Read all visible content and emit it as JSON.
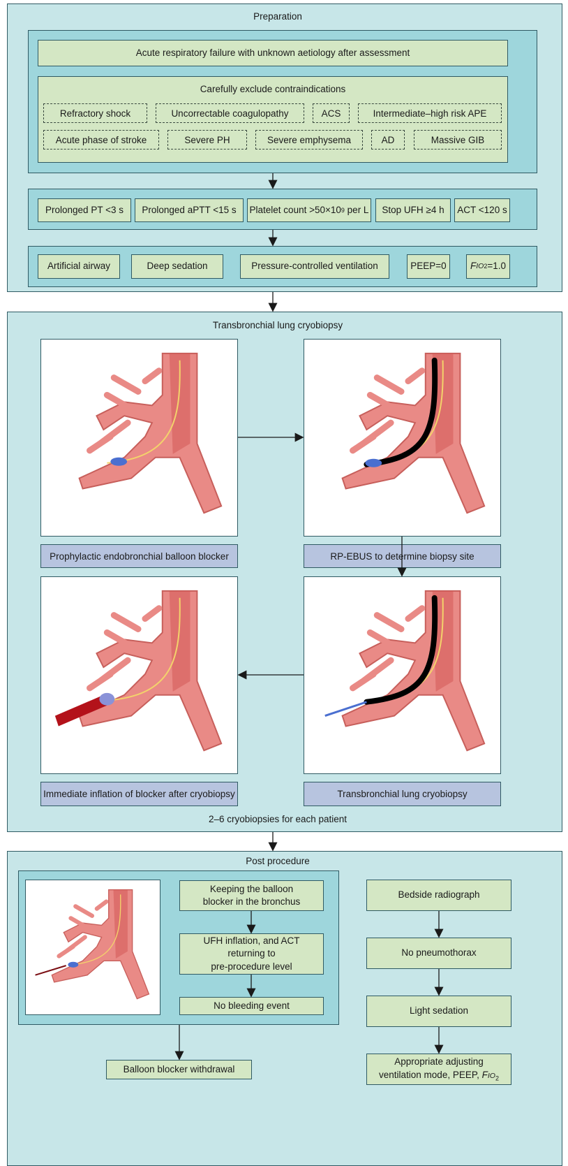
{
  "preparation": {
    "title": "Preparation",
    "assessment": "Acute respiratory failure with unknown aetiology after assessment",
    "contra_title": "Carefully exclude contraindications",
    "contra_row1": [
      "Refractory shock",
      "Uncorrectable coagulopathy",
      "ACS",
      "Intermediate–high risk APE"
    ],
    "contra_row2": [
      "Acute phase of stroke",
      "Severe PH",
      "Severe emphysema",
      "AD",
      "Massive GIB"
    ],
    "coag": [
      "Prolonged PT <3 s",
      "Prolonged aPTT <15 s",
      "Platelet count >50×10",
      "per L",
      "Stop UFH ≥4 h",
      "ACT <120 s"
    ],
    "coag_sup": "9",
    "vent": [
      "Artificial airway",
      "Deep sedation",
      "Pressure-controlled ventilation",
      "PEEP=0"
    ],
    "fio2": {
      "f": "F",
      "io": "IO",
      "sub": "2",
      "val": "=1.0"
    }
  },
  "tblc": {
    "title": "Transbronchial lung cryobiopsy",
    "steps": [
      "Prophylactic endobronchial balloon blocker",
      "RP-EBUS to determine biopsy site",
      "Immediate inflation of blocker after cryobiopsy",
      "Transbronchial lung cryobiopsy"
    ],
    "footer": "2–6 cryobiopsies for each patient"
  },
  "post": {
    "title": "Post procedure",
    "left": [
      "Keeping the balloon",
      "blocker in the bronchus",
      "UFH inflation, and ACT",
      "returning to",
      "pre-procedure level",
      "No bleeding event"
    ],
    "withdrawal": "Balloon blocker withdrawal",
    "right": [
      "Bedside radiograph",
      "No pneumothorax",
      "Light sedation",
      "Appropriate adjusting",
      "ventilation mode, PEEP, "
    ],
    "right_fio2": {
      "f": "F",
      "io": "IO",
      "sub": "2"
    }
  },
  "colors": {
    "section_bg": "#c7e6e8",
    "inner_bg": "#9ed6dc",
    "box_green": "#d4e7c4",
    "box_blue": "#b7c4df",
    "border": "#2f5a63"
  }
}
